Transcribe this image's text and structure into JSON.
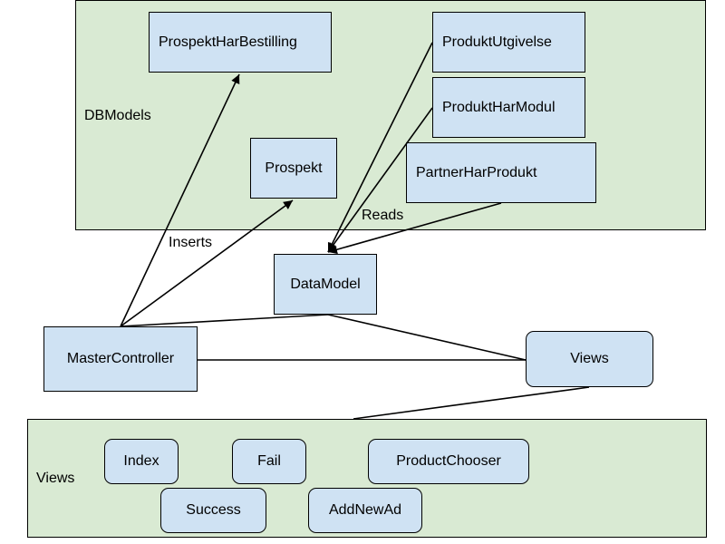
{
  "groups": {
    "dbmodels": {
      "label": "DBModels"
    },
    "views": {
      "label": "Views"
    }
  },
  "nodes": {
    "prospekt_har_bestilling": "ProspektHarBestilling",
    "prospekt": "Prospekt",
    "produkt_utgivelse": "ProduktUtgivelse",
    "produkt_har_modul": "ProduktHarModul",
    "partner_har_produkt": "PartnerHarProdukt",
    "data_model": "DataModel",
    "master_controller": "MasterController",
    "views": "Views",
    "index": "Index",
    "fail": "Fail",
    "product_chooser": "ProductChooser",
    "success": "Success",
    "add_new_ad": "AddNewAd"
  },
  "edge_labels": {
    "inserts": "Inserts",
    "reads": "Reads"
  },
  "colors": {
    "group_fill": "#d9ead3",
    "node_fill": "#cfe2f3",
    "stroke": "#000000"
  }
}
